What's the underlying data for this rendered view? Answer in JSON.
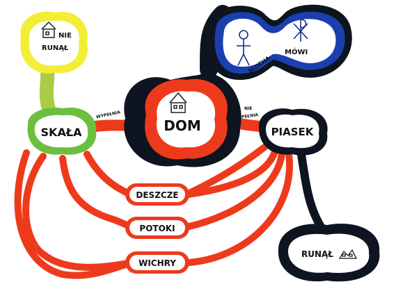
{
  "colors": {
    "yellow": "#f2ee35",
    "yellow_stem": "#a8cc45",
    "green": "#6cbf3e",
    "red": "#ee3a1c",
    "black": "#0e1420",
    "blue": "#1b3fae",
    "white": "#ffffff"
  },
  "nodes": {
    "nie_runa": {
      "line1": "NIE",
      "line2": "RUNĄŁ",
      "icon": "house-icon"
    },
    "skala": {
      "label": "SKAŁA"
    },
    "dom": {
      "label": "DOM",
      "icon": "house-icon"
    },
    "piasek": {
      "label": "PIASEK"
    },
    "sluchab_mowi": {
      "left_label": "SŁUCHA",
      "right_label": "MÓWI",
      "left_icon": "stick-figure-icon",
      "right_icon": "chi-rho-icon"
    },
    "deszcze": {
      "label": "DESZCZE"
    },
    "potoki": {
      "label": "POTOKI"
    },
    "wichry": {
      "label": "WICHRY"
    },
    "runal": {
      "label": "RUNĄŁ",
      "icon": "rubble-icon"
    }
  },
  "edges": {
    "wypelnia": "WYPEŁNIA",
    "nie_wypelnia_1": "NIE",
    "nie_wypelnia_2": "WYPEŁNIA"
  }
}
